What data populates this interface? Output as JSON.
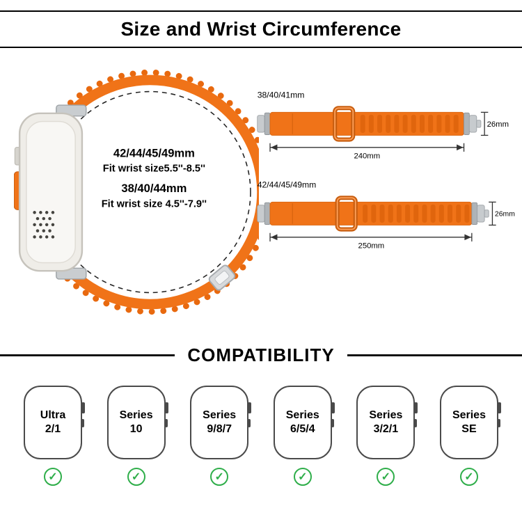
{
  "header": {
    "title": "Size and Wrist Circumference"
  },
  "wrist_info": {
    "line1": "42/44/45/49mm",
    "line2": "Fit wrist size5.5''-8.5''",
    "line3": "38/40/44mm",
    "line4": "Fit wrist size 4.5''-7.9''"
  },
  "bands": [
    {
      "size_label": "38/40/41mm",
      "width_label": "26mm",
      "length_label": "240mm"
    },
    {
      "size_label": "42/44/45/49mm",
      "width_label": "26mm",
      "length_label": "250mm"
    }
  ],
  "compatibility": {
    "title": "COMPATIBILITY",
    "models": [
      {
        "line1": "Ultra",
        "line2": "2/1"
      },
      {
        "line1": "Series",
        "line2": "10"
      },
      {
        "line1": "Series",
        "line2": "9/8/7"
      },
      {
        "line1": "Series",
        "line2": "6/5/4"
      },
      {
        "line1": "Series",
        "line2": "3/2/1"
      },
      {
        "line1": "Series",
        "line2": "SE"
      }
    ]
  },
  "icons": {
    "checkmark": "✓"
  },
  "colors": {
    "band_orange": "#F07318",
    "band_orange_dark": "#D9650F",
    "check_green": "#2FAE4A"
  }
}
